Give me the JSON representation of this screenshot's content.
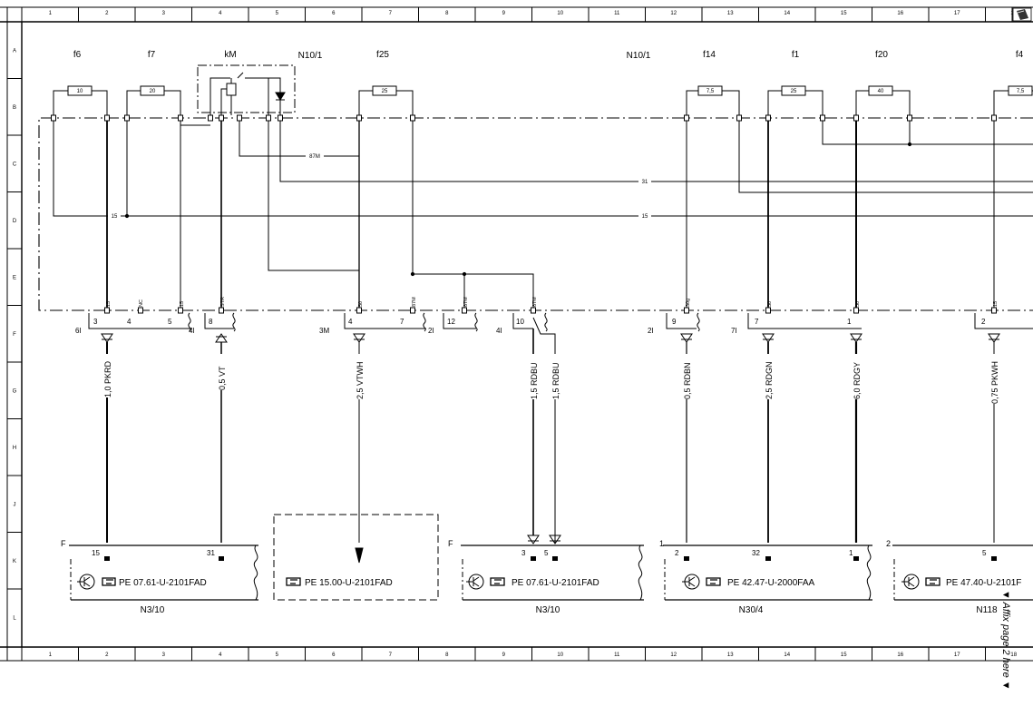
{
  "border": {
    "columns": [
      "1",
      "2",
      "3",
      "4",
      "5",
      "6",
      "7",
      "8",
      "9",
      "10",
      "11",
      "12",
      "13",
      "14",
      "15",
      "16",
      "17",
      "18"
    ],
    "rows": [
      "A",
      "B",
      "C",
      "D",
      "E",
      "F",
      "G",
      "H",
      "J",
      "K",
      "L"
    ]
  },
  "top_labels": {
    "f6": "f6",
    "f7": "f7",
    "kM": "kM",
    "n10_1_left": "N10/1",
    "f25": "f25",
    "n10_1_right": "N10/1",
    "f14": "f14",
    "f1": "f1",
    "f20": "f20",
    "f4": "f4"
  },
  "fuse_ratings": {
    "f6": "10",
    "f7": "20",
    "f25": "25",
    "f14": "7,5",
    "f1": "25",
    "f20": "40",
    "f4": "7,5"
  },
  "bus_labels": {
    "m87": "87M",
    "b31": "31",
    "b15_left": "15",
    "b15_right": "15"
  },
  "pin_labels": {
    "p15a": "15",
    "pnc": "NC",
    "p15b": "15",
    "pstr": "STR",
    "p50": "50",
    "p87ma": "87M",
    "p87mb": "87M",
    "p87mc": "87M",
    "p30g": "30g",
    "p30a": "30",
    "p30b": "30",
    "p15c": "15"
  },
  "connector_pins": {
    "c6l": "6I",
    "n3": "3",
    "n4": "4",
    "n5": "5",
    "c4l_a": "4I",
    "n8": "8",
    "c3m": "3M",
    "n4b": "4",
    "n7": "7",
    "c2l_a": "2I",
    "c4l_b": "4I",
    "n12": "12",
    "n10": "10",
    "c2l_b": "2I",
    "n9": "9",
    "c7l": "7I",
    "n7b": "7",
    "n1": "1",
    "n2": "2"
  },
  "wires": {
    "w1": "1,0 PKRD",
    "w2": "0,5 VT",
    "w3": "2,5 VTWH",
    "w4": "1,5 RDBU",
    "w5": "1,5 RDBU",
    "w6": "0,5 RDBN",
    "w7": "2,5 RDGN",
    "w8": "6,0 RDGY",
    "w9": "0,75 PKWH"
  },
  "modules": {
    "m1": {
      "corner": "F",
      "pin_a": "15",
      "pin_b": "31",
      "ref": "PE 07.61-U-2101FAD",
      "name": "N3/10"
    },
    "m2": {
      "ref": "PE 15.00-U-2101FAD"
    },
    "m3": {
      "corner": "F",
      "pin_a": "3",
      "pin_b": "5",
      "ref": "PE 07.61-U-2101FAD",
      "name": "N3/10"
    },
    "m4": {
      "corner": "1",
      "pin_a": "2",
      "pin_b": "32",
      "pin_c": "1",
      "ref": "PE 42.47-U-2000FAA",
      "name": "N30/4"
    },
    "m5": {
      "corner": "2",
      "pin_a": "5",
      "ref": "PE 47.40-U-2101F",
      "name": "N118"
    }
  },
  "affix_note": "▼ Affix page 2 here ▼"
}
